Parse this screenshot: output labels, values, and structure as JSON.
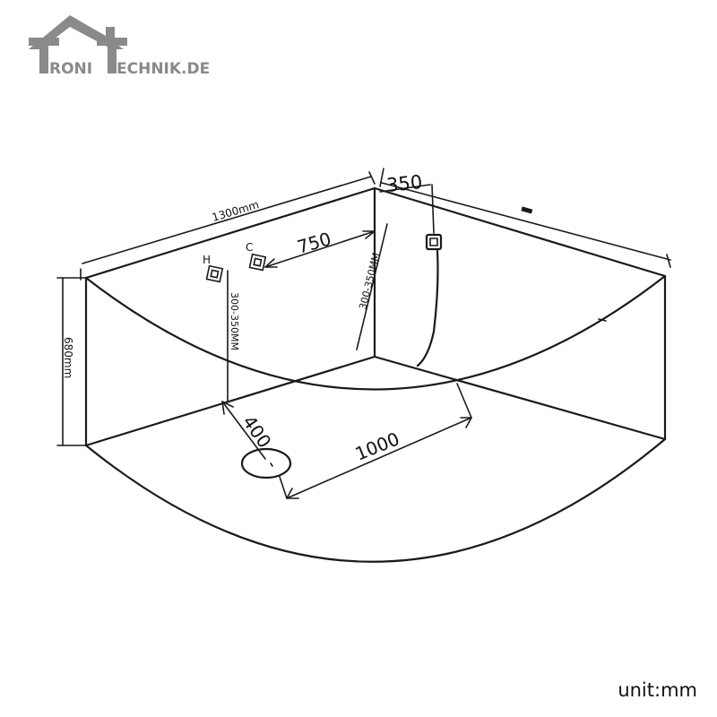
{
  "logo": {
    "text_left": "RONI",
    "text_right": "ECHNIK.DE",
    "color": "#8a8a8a"
  },
  "dimensions": {
    "width_top": "1300mm",
    "height": "680mm",
    "pipe_distance": "750",
    "corner_offset": "350",
    "h_height": "300-350MM",
    "shower_height": "300-350MM",
    "drain_distance": "400",
    "diagonal": "1000"
  },
  "labels": {
    "hot": "H",
    "cold": "C"
  },
  "unit": "unit:mm",
  "colors": {
    "line": "#1a1a1a",
    "background": "#ffffff"
  }
}
